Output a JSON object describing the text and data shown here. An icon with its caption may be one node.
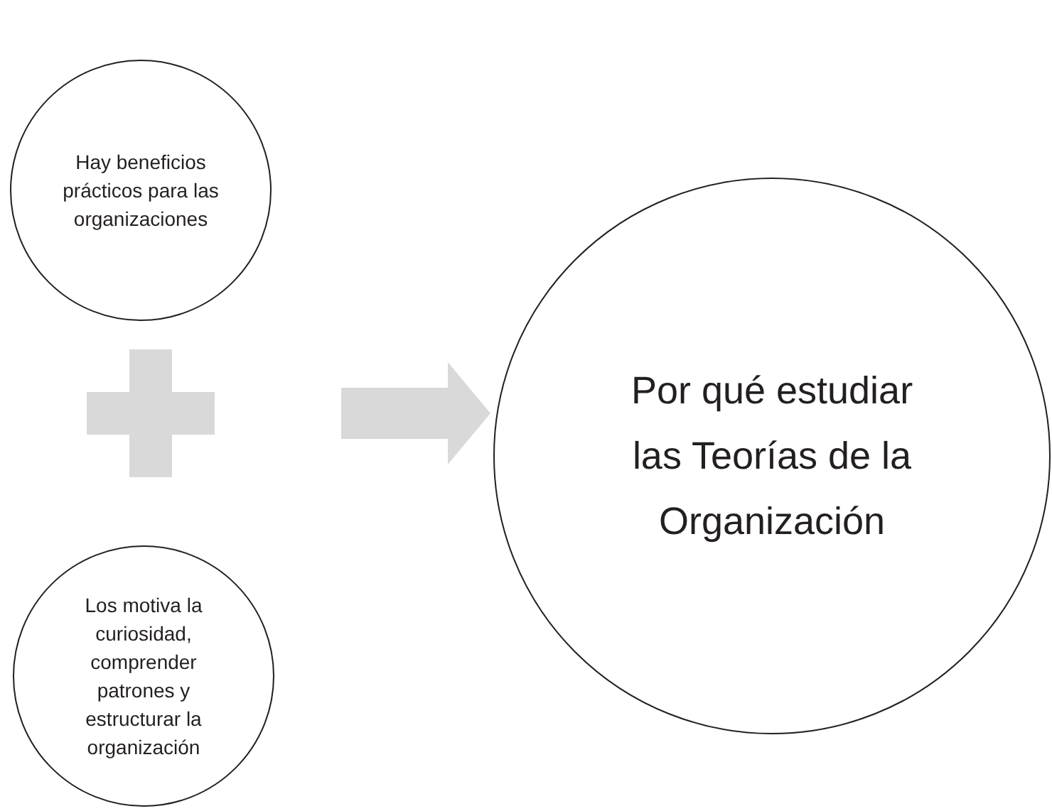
{
  "diagram": {
    "nodes": [
      {
        "text": [
          "Hay beneficios prácticos para las organizaciones"
        ]
      },
      {
        "text": [
          "Los motiva la curiosidad, comprender patrones y estructurar la organización"
        ]
      },
      {
        "text": [
          "Por qué estudiar las Teorías de la Organización"
        ]
      }
    ],
    "edges": [
      {
        "from": null,
        "to": 2,
        "arrow": "to"
      }
    ]
  }
}
